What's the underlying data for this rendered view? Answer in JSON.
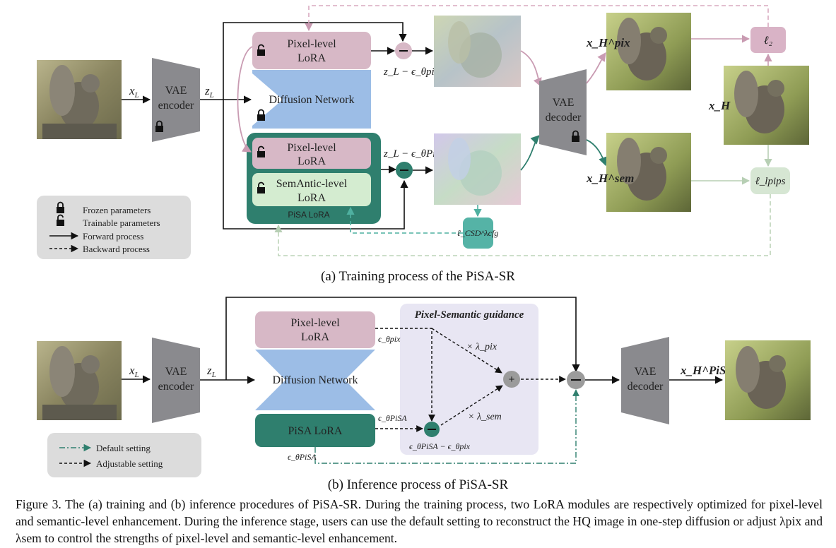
{
  "training": {
    "caption": "(a) Training process of the PiSA-SR",
    "input_label": "x",
    "input_sub": "L",
    "vae_encoder": [
      "VAE",
      "encoder"
    ],
    "latent_label": "z",
    "latent_sub": "L",
    "pixel_lora_top": [
      "Pixel-level",
      "LoRA"
    ],
    "diffusion_network": "Diffusion Network",
    "pixel_lora_inner": [
      "Pixel-level",
      "LoRA"
    ],
    "semantic_lora": [
      "SemAntic-level",
      "LoRA"
    ],
    "pisa_lora_group": "PiSA LoRA",
    "top_residual": "z_L − ϵ_θpix",
    "bottom_residual": "z_L − ϵ_θPiSA",
    "vae_decoder": [
      "VAE",
      "decoder"
    ],
    "out_pix": "x_H^pix",
    "out_sem": "x_H^sem",
    "hq_label": "x_H",
    "loss_l2": "ℓ₂",
    "loss_lpips": "ℓ_lpips",
    "loss_csd": "ℓ_CSD^λcfg",
    "legend": {
      "frozen": "Frozen parameters",
      "trainable": "Trainable parameters",
      "forward": "Forward process",
      "backward": "Backward process"
    }
  },
  "inference": {
    "caption": "(b) Inference process of PiSA-SR",
    "input_label": "x",
    "input_sub": "L",
    "vae_encoder": [
      "VAE",
      "encoder"
    ],
    "latent_label": "z",
    "latent_sub": "L",
    "pixel_lora": [
      "Pixel-level",
      "LoRA"
    ],
    "diffusion_network": "Diffusion Network",
    "pisa_lora": "PiSA LoRA",
    "guidance_title": "Pixel-Semantic guidance",
    "eps_pix": "ϵ_θpix",
    "eps_pisa": "ϵ_θPiSA",
    "eps_pisa_bottom": "ϵ_θPiSA",
    "diff_label": "ϵ_θPiSA − ϵ_θpix",
    "lambda_pix": "× λ_pix",
    "lambda_sem": "× λ_sem",
    "plus": "+",
    "vae_decoder": [
      "VAE",
      "decoder"
    ],
    "output_label": "x_H^PiSA",
    "legend": {
      "default": "Default setting",
      "adjustable": "Adjustable setting"
    }
  },
  "figure_caption": "Figure 3.  The (a) training and (b) inference procedures of PiSA-SR. During the training process, two LoRA modules are respectively optimized for pixel-level and semantic-level enhancement. During the inference stage, users can use the default setting to reconstruct the HQ image in one-step diffusion or adjust λpix and λsem to control the strengths of pixel-level and semantic-level enhancement.",
  "colors": {
    "pink": "#d7b8c6",
    "blue": "#9cbde6",
    "teal": "#2f7f6e",
    "mint": "#d4ecd0",
    "gray_block": "#8a8a8e",
    "guidance_bg": "#e8e6f3",
    "legend_bg": "#dcdcdc",
    "loss_pink": "#d9b3c6",
    "loss_green": "#d6e6d3",
    "loss_teal": "#55b3a6"
  }
}
